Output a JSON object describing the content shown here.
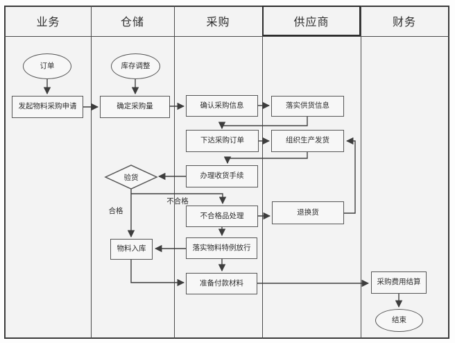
{
  "diagram": {
    "type": "swimlane-flowchart",
    "lanes": [
      {
        "label": "业务"
      },
      {
        "label": "仓储"
      },
      {
        "label": "采购"
      },
      {
        "label": "供应商"
      },
      {
        "label": "财务"
      }
    ],
    "nodes": {
      "order": {
        "label": "订单",
        "shape": "ellipse",
        "lane": "业务"
      },
      "initiate_request": {
        "label": "发起物料采购申请",
        "shape": "rect",
        "lane": "业务"
      },
      "inventory_adjustment": {
        "label": "库存调整",
        "shape": "ellipse",
        "lane": "仓储"
      },
      "determine_quantity": {
        "label": "确定采购量",
        "shape": "rect",
        "lane": "仓储"
      },
      "inspect_goods": {
        "label": "验货",
        "shape": "diamond",
        "lane": "仓储"
      },
      "material_storage": {
        "label": "物料入库",
        "shape": "rect",
        "lane": "仓储"
      },
      "confirm_purchase_info": {
        "label": "确认采购信息",
        "shape": "rect",
        "lane": "采购"
      },
      "issue_purchase_order": {
        "label": "下达采购订单",
        "shape": "rect",
        "lane": "采购"
      },
      "handle_receipt": {
        "label": "办理收货手续",
        "shape": "rect",
        "lane": "采购"
      },
      "defective_handling": {
        "label": "不合格品处理",
        "shape": "rect",
        "lane": "采购"
      },
      "special_release": {
        "label": "落实物料特例放行",
        "shape": "rect",
        "lane": "采购"
      },
      "prepare_payment": {
        "label": "准备付款材料",
        "shape": "rect",
        "lane": "采购"
      },
      "implement_supply_info": {
        "label": "落实供货信息",
        "shape": "rect",
        "lane": "供应商"
      },
      "organize_shipping": {
        "label": "组织生产发货",
        "shape": "rect",
        "lane": "供应商"
      },
      "return_exchange": {
        "label": "退换货",
        "shape": "rect",
        "lane": "供应商"
      },
      "expense_settlement": {
        "label": "采购费用结算",
        "shape": "rect",
        "lane": "财务"
      },
      "end": {
        "label": "结束",
        "shape": "ellipse",
        "lane": "财务"
      }
    },
    "edge_labels": {
      "pass": "合格",
      "fail": "不合格"
    },
    "edges": [
      {
        "from": "order",
        "to": "initiate_request"
      },
      {
        "from": "initiate_request",
        "to": "determine_quantity"
      },
      {
        "from": "inventory_adjustment",
        "to": "determine_quantity"
      },
      {
        "from": "determine_quantity",
        "to": "confirm_purchase_info"
      },
      {
        "from": "confirm_purchase_info",
        "to": "implement_supply_info"
      },
      {
        "from": "implement_supply_info",
        "to": "issue_purchase_order"
      },
      {
        "from": "issue_purchase_order",
        "to": "organize_shipping"
      },
      {
        "from": "organize_shipping",
        "to": "handle_receipt"
      },
      {
        "from": "handle_receipt",
        "to": "inspect_goods"
      },
      {
        "from": "inspect_goods",
        "to": "material_storage",
        "label": "合格"
      },
      {
        "from": "inspect_goods",
        "to": "defective_handling",
        "label": "不合格"
      },
      {
        "from": "defective_handling",
        "to": "return_exchange"
      },
      {
        "from": "return_exchange",
        "to": "organize_shipping"
      },
      {
        "from": "defective_handling",
        "to": "special_release"
      },
      {
        "from": "special_release",
        "to": "material_storage"
      },
      {
        "from": "special_release",
        "to": "prepare_payment"
      },
      {
        "from": "material_storage",
        "to": "prepare_payment"
      },
      {
        "from": "prepare_payment",
        "to": "expense_settlement"
      },
      {
        "from": "expense_settlement",
        "to": "end"
      }
    ],
    "colors": {
      "lane_background": "#f3f3f3",
      "node_background": "#f7f7f7",
      "line": "#3d3d3d",
      "node_border": "#555555",
      "frame_border": "#3a3a3a",
      "text": "#2e2e2e"
    }
  }
}
